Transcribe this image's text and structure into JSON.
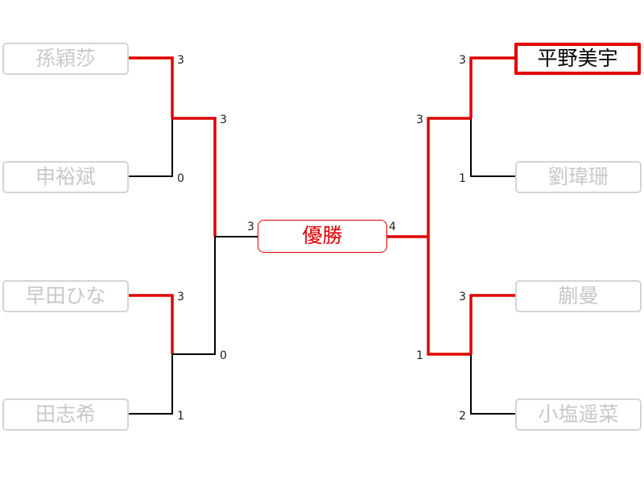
{
  "bracket": {
    "final_label": "優勝",
    "colors": {
      "win_line": "#e00000",
      "loss_line": "#000000",
      "dim_text": "#c8c8c8",
      "dim_border": "#d4d4d4",
      "champion_border": "#e00000"
    },
    "left_players": [
      {
        "name": "孫穎莎"
      },
      {
        "name": "申裕斌"
      },
      {
        "name": "早田ひな"
      },
      {
        "name": "田志希"
      }
    ],
    "right_players": [
      {
        "name": "平野美宇",
        "champion": true
      },
      {
        "name": "劉瑋珊"
      },
      {
        "name": "蒯曼"
      },
      {
        "name": "小塩遥菜"
      }
    ],
    "left_r1_scores": [
      "3",
      "0",
      "3",
      "1"
    ],
    "left_r2_scores": [
      "3",
      "0"
    ],
    "left_final_score": "3",
    "right_r1_scores": [
      "3",
      "1",
      "3",
      "2"
    ],
    "right_r2_scores": [
      "3",
      "1"
    ],
    "right_final_score": "4"
  }
}
